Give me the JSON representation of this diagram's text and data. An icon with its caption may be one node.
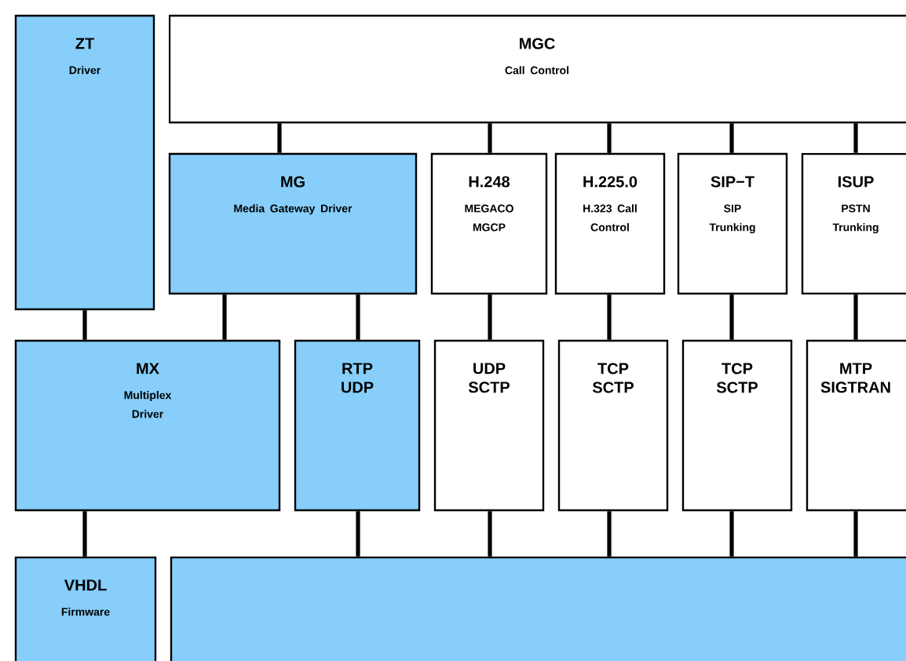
{
  "diagram": {
    "nodes": [
      {
        "text": [
          "ZT",
          "Driver"
        ]
      },
      {
        "text": [
          "MGC",
          "Call Control"
        ]
      },
      {
        "text": [
          "MG",
          "Media Gateway Driver"
        ]
      },
      {
        "text": [
          "H.248",
          "MEGACO MGCP"
        ]
      },
      {
        "text": [
          "H.225.0",
          "H.323 Call Control"
        ]
      },
      {
        "text": [
          "SIP−T",
          "SIP Trunking"
        ]
      },
      {
        "text": [
          "ISUP",
          "PSTN Trunking"
        ]
      },
      {
        "text": [
          "MX",
          "Multiplex Driver"
        ]
      },
      {
        "text": [
          "RTP UDP"
        ]
      },
      {
        "text": [
          "UDP SCTP"
        ]
      },
      {
        "text": [
          "TCP SCTP"
        ]
      },
      {
        "text": [
          "TCP SCTP"
        ]
      },
      {
        "text": [
          "MTP SIGTRAN"
        ]
      },
      {
        "text": [
          "VHDL",
          "Firmware"
        ]
      },
      {
        "text": [],
        "shape": "box"
      }
    ],
    "edges": [
      {
        "from": 1,
        "to": 2,
        "arrow": "none"
      },
      {
        "from": 1,
        "to": 3,
        "arrow": "none"
      },
      {
        "from": 1,
        "to": 4,
        "arrow": "none"
      },
      {
        "from": 1,
        "to": 5,
        "arrow": "none"
      },
      {
        "from": 1,
        "to": 6,
        "arrow": "none"
      },
      {
        "from": 0,
        "to": 7,
        "arrow": "none"
      },
      {
        "from": 2,
        "to": 7,
        "arrow": "none"
      },
      {
        "from": 2,
        "to": 8,
        "arrow": "none"
      },
      {
        "from": 3,
        "to": 9,
        "arrow": "none"
      },
      {
        "from": 4,
        "to": 10,
        "arrow": "none"
      },
      {
        "from": 5,
        "to": 11,
        "arrow": "none"
      },
      {
        "from": 6,
        "to": 12,
        "arrow": "none"
      },
      {
        "from": 7,
        "to": 13,
        "arrow": "none"
      },
      {
        "from": 8,
        "to": 14,
        "arrow": "none"
      },
      {
        "from": 9,
        "to": 14,
        "arrow": "none"
      },
      {
        "from": 10,
        "to": 14,
        "arrow": "none"
      },
      {
        "from": 11,
        "to": 14,
        "arrow": "none"
      },
      {
        "from": 12,
        "to": 14,
        "arrow": "none"
      }
    ]
  }
}
